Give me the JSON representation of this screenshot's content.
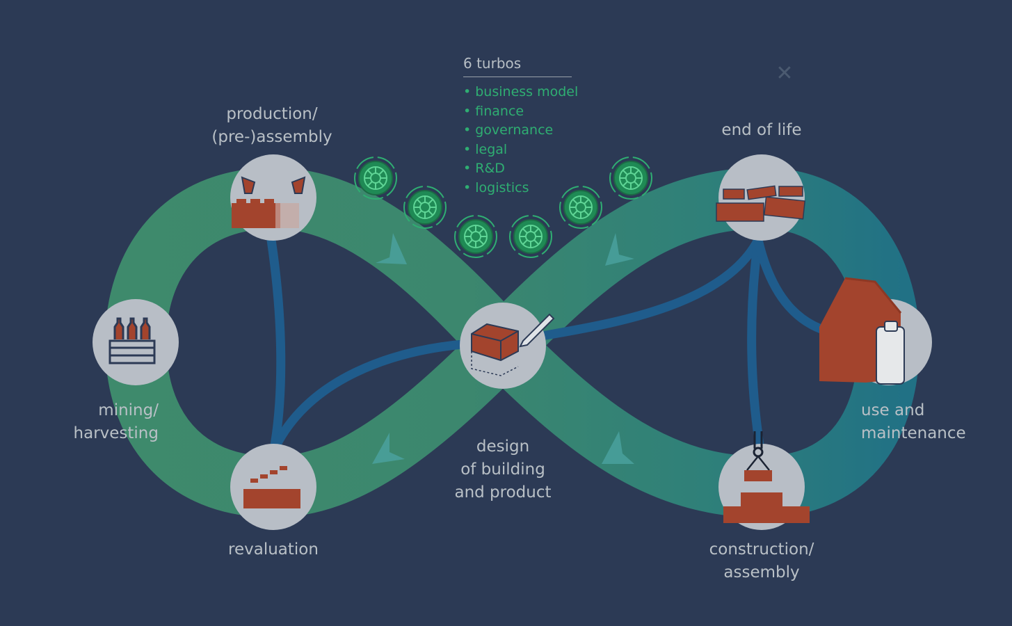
{
  "turbos": {
    "title": "6 turbos",
    "items": [
      "business model",
      "finance",
      "governance",
      "legal",
      "R&D",
      "logistics"
    ]
  },
  "close": {
    "icon": "close-icon",
    "glyph": "✕"
  },
  "stages": {
    "production": [
      "production/",
      "(pre-)assembly"
    ],
    "mining": [
      "mining/",
      "harvesting"
    ],
    "revaluation": [
      "revaluation"
    ],
    "design": [
      "design",
      "of building",
      "and product"
    ],
    "end_of_life": [
      "end of life"
    ],
    "use": [
      "use and",
      "maintenance"
    ],
    "construction": [
      "construction/",
      "assembly"
    ]
  },
  "icons": {
    "production": "brick-press-icon",
    "mining": "bottle-crate-icon",
    "revaluation": "brick-reuse-icon",
    "design": "brick-design-pencil-icon",
    "end_of_life": "demolished-bricks-icon",
    "use": "house-figure-icon",
    "construction": "crane-bricks-icon",
    "turbo": "turbo-gear-icon"
  },
  "colors": {
    "background": "#2c3a55",
    "green_loop": "#3e8a6c",
    "teal_loop": "#2a7c86",
    "blue_links": "#1f5c8c",
    "brick": "#a3442d",
    "node_fill": "#b8bec6",
    "label": "#b9c0c6",
    "turbo_green": "#2fae72"
  }
}
